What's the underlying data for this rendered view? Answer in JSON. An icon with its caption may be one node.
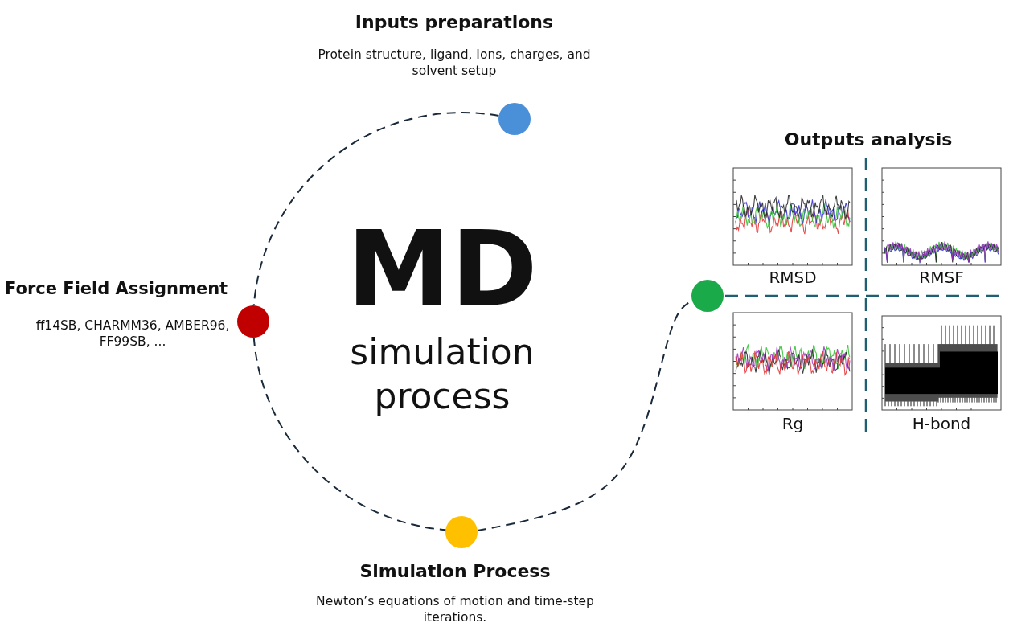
{
  "diagram": {
    "nodes": [
      {
        "text": [],
        "shape": "circle",
        "beside": [
          "Inputs preparations",
          "Protein structure, ligand, Ions, charges, and solvent setup"
        ]
      },
      {
        "text": [],
        "shape": "circle",
        "beside": [
          "Force Field Assignment",
          "ff14SB, CHARMM36, AMBER96, FF99SB, ..."
        ]
      },
      {
        "text": [],
        "shape": "circle",
        "beside": [
          "Simulation Process",
          "Newton’s equations of motion and time-step iterations."
        ]
      },
      {
        "text": [],
        "shape": "circle"
      }
    ],
    "edges": [
      {
        "from": 0,
        "to": 1,
        "arrow": "none",
        "style": "dashed"
      },
      {
        "from": 1,
        "to": 2,
        "arrow": "none",
        "style": "dashed"
      },
      {
        "from": 2,
        "to": 3,
        "arrow": "none",
        "style": "dashed"
      }
    ],
    "labels": [
      "MD",
      "simulation process",
      "Outputs analysis",
      "RMSD",
      "RMSF",
      "Rg",
      "H-bond"
    ]
  }
}
